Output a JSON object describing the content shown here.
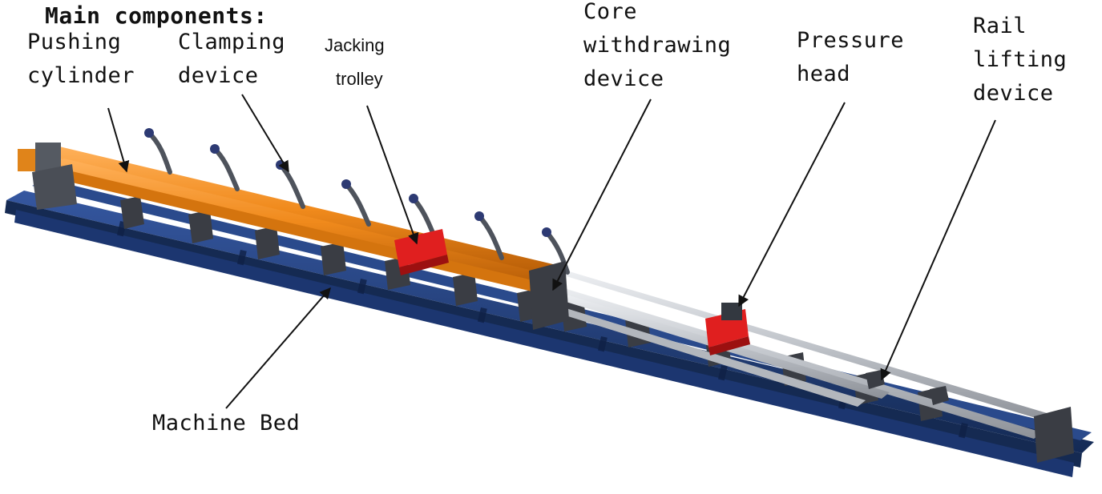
{
  "diagram": {
    "title": "Main components:",
    "labels": {
      "pushing_cylinder": [
        "Pushing",
        "cylinder"
      ],
      "clamping_device": [
        "Clamping",
        "device"
      ],
      "jacking_trolley": [
        "Jacking",
        "trolley"
      ],
      "core_withdrawing_device": [
        "Core",
        "withdrawing",
        "device"
      ],
      "pressure_head": [
        "Pressure",
        "head"
      ],
      "rail_lifting_device": [
        "Rail",
        "lifting",
        "device"
      ],
      "machine_bed": [
        "Machine Bed"
      ]
    },
    "colors": {
      "bed": "#1f3a6e",
      "bed_dark": "#152a52",
      "cylinder": "#f08a1c",
      "cylinder_dark": "#c86a0a",
      "red_parts": "#e01f1f",
      "steel": "#9a9ea6",
      "rods": "#c7cbd1",
      "brackets": "#3a3d44",
      "arrow": "#111111"
    }
  }
}
